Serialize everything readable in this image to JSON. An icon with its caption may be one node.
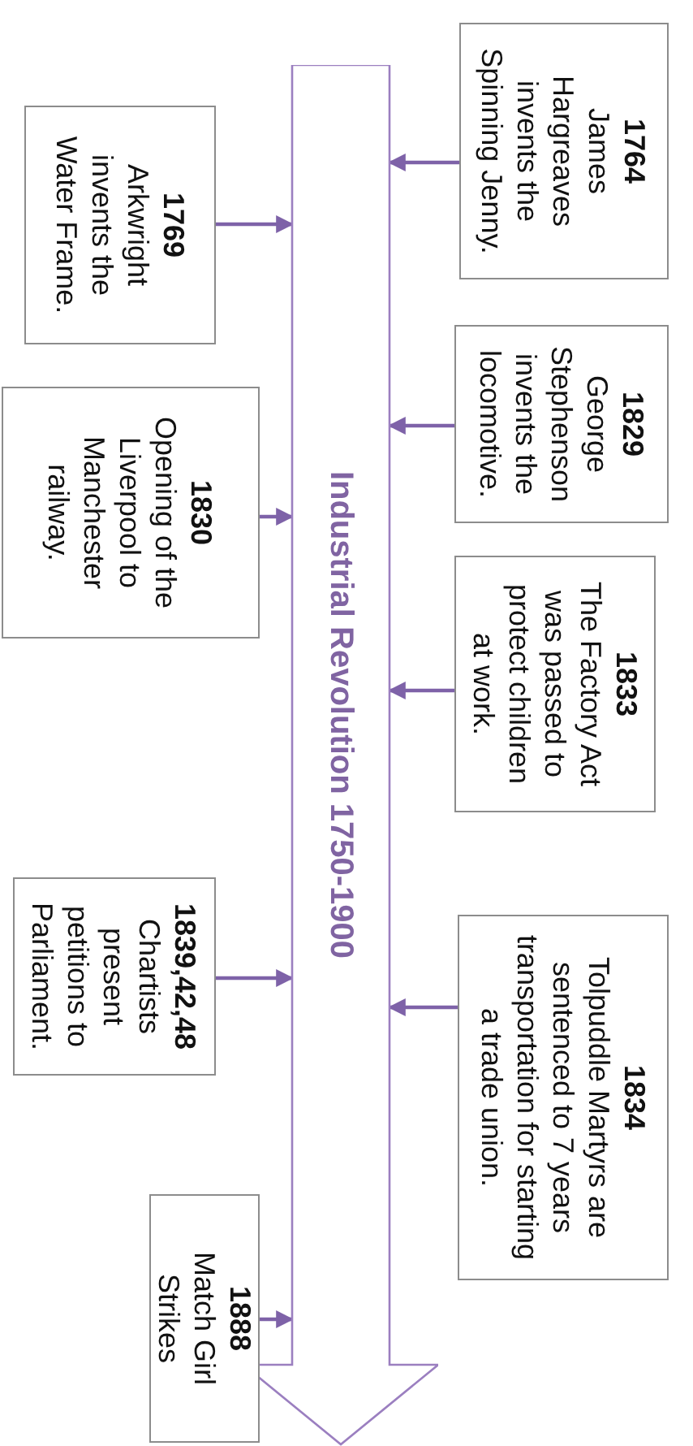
{
  "diagram": {
    "nodes": [
      {
        "text": [
          "Industrial Revolution 1750-1900"
        ]
      },
      {
        "text": [
          "1764",
          "James Hargreaves invents the Spinning Jenny."
        ]
      },
      {
        "text": [
          "1769",
          "Arkwright invents the Water Frame."
        ]
      },
      {
        "text": [
          "1829",
          "George Stephenson invents the locomotive."
        ]
      },
      {
        "text": [
          "1830",
          "Opening of the Liverpool to Manchester railway."
        ]
      },
      {
        "text": [
          "1833",
          "The Factory Act was passed to protect children at work."
        ]
      },
      {
        "text": [
          "1839,42,48",
          "Chartists present petitions to Parliament."
        ]
      },
      {
        "text": [
          "1834",
          "Tolpuddle Martyrs are sentenced to 7 years transportation for starting a trade union."
        ]
      },
      {
        "text": [
          "1888",
          "Match Girl Strikes"
        ]
      }
    ],
    "edges": [
      {
        "from": 1,
        "to": 0,
        "arrow": "to"
      },
      {
        "from": 2,
        "to": 0,
        "arrow": "to"
      },
      {
        "from": 3,
        "to": 0,
        "arrow": "to"
      },
      {
        "from": 4,
        "to": 0,
        "arrow": "to"
      },
      {
        "from": 5,
        "to": 0,
        "arrow": "to"
      },
      {
        "from": 6,
        "to": 0,
        "arrow": "to"
      },
      {
        "from": 7,
        "to": 0,
        "arrow": "to"
      },
      {
        "from": 8,
        "to": 0,
        "arrow": "to"
      }
    ]
  }
}
